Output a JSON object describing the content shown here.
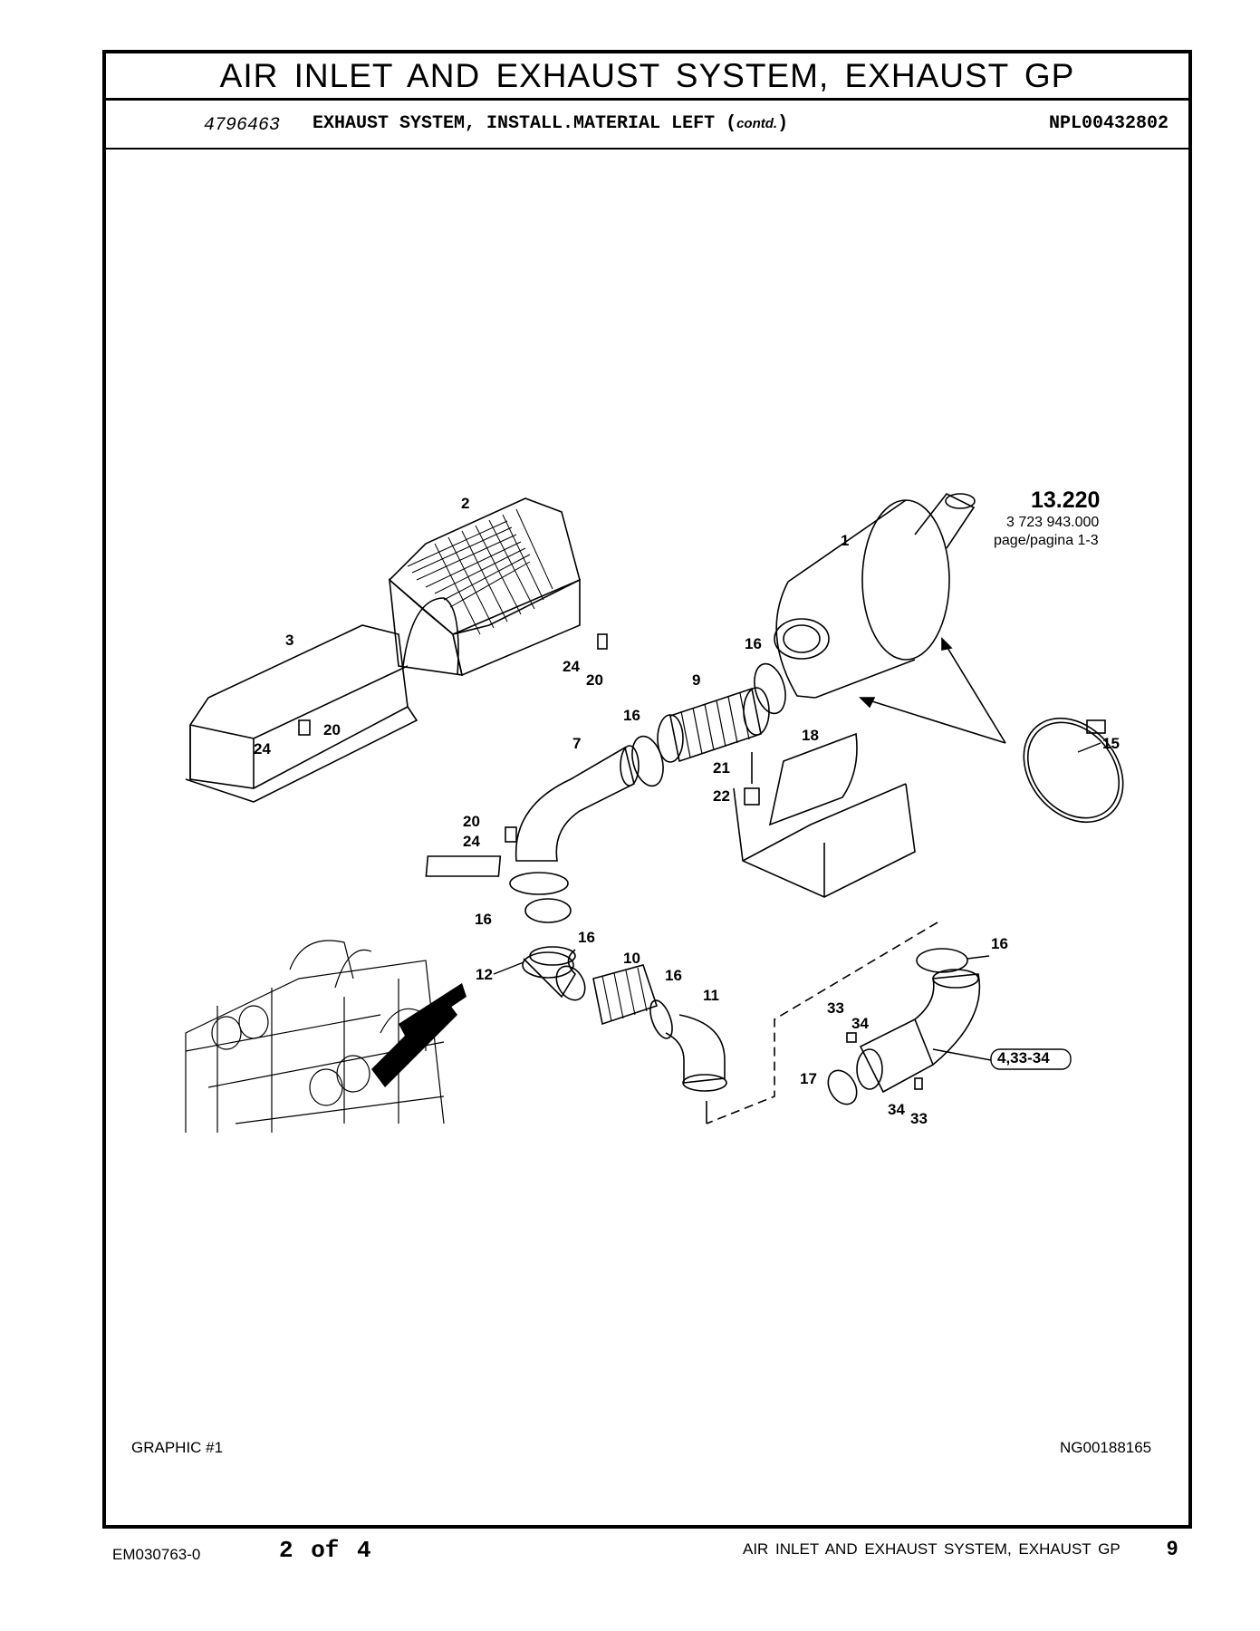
{
  "header": {
    "title": "AIR INLET AND EXHAUST SYSTEM, EXHAUST GP",
    "part_number": "4796463",
    "description": "EXHAUST SYSTEM, INSTALL.MATERIAL LEFT (",
    "contd": "contd.",
    "description_close": ")",
    "code": "NPL00432802"
  },
  "reference": {
    "section": "13.220",
    "number": "3 723 943.000",
    "page": "page/pagina 1-3"
  },
  "callouts": [
    "1",
    "2",
    "3",
    "7",
    "9",
    "10",
    "11",
    "12",
    "15",
    "16",
    "16",
    "16",
    "16",
    "16",
    "16",
    "17",
    "18",
    "20",
    "20",
    "20",
    "21",
    "22",
    "24",
    "24",
    "24",
    "33",
    "33",
    "34",
    "34",
    "4,33-34"
  ],
  "graphic": {
    "label": "GRAPHIC #1",
    "id": "NG00188165"
  },
  "footer": {
    "doc_id": "EM030763-0",
    "page_of": "2 of 4",
    "title": "AIR INLET AND EXHAUST SYSTEM, EXHAUST GP",
    "page_number": "9"
  }
}
